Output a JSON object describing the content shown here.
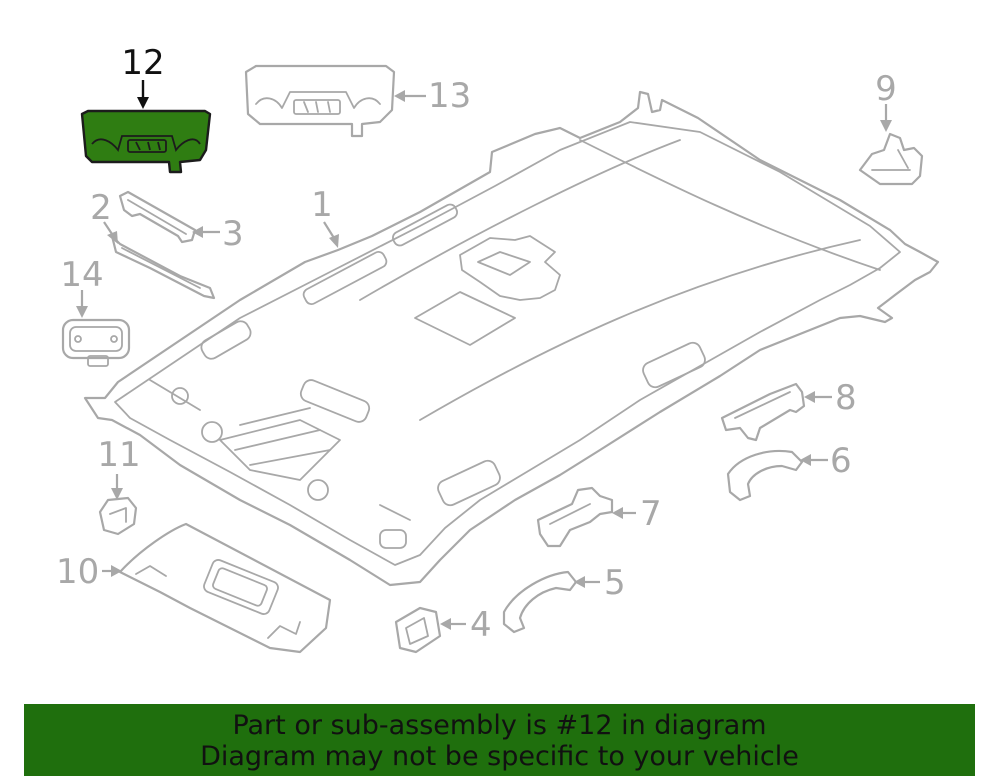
{
  "diagram": {
    "highlighted_part": "12",
    "callouts": {
      "c1": "1",
      "c2": "2",
      "c3": "3",
      "c4": "4",
      "c5": "5",
      "c6": "6",
      "c7": "7",
      "c8": "8",
      "c9": "9",
      "c10": "10",
      "c11": "11",
      "c12": "12",
      "c13": "13",
      "c14": "14"
    },
    "colors": {
      "highlight_fill": "#2f7d12",
      "line_gray": "#a8a8a8",
      "banner_bg": "#1f6f0d"
    }
  },
  "banner": {
    "line1": "Part or sub-assembly is #12 in diagram",
    "line2": "Diagram may not be specific to your vehicle"
  }
}
